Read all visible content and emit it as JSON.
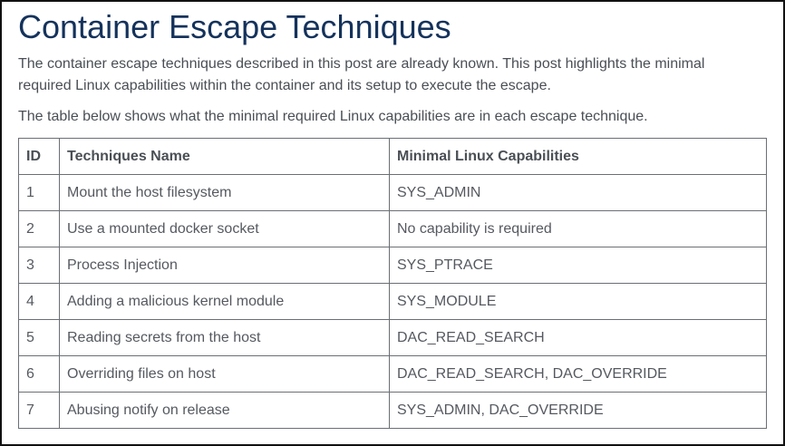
{
  "article": {
    "title": "Container Escape Techniques",
    "intro": "The container escape techniques described in this post are already known. This post highlights the minimal required Linux capabilities within the container and its setup to execute the escape.",
    "lead": "The table below shows what the minimal required Linux capabilities are in each escape technique."
  },
  "table": {
    "headers": {
      "id": "ID",
      "name": "Techniques Name",
      "caps": "Minimal Linux Capabilities"
    },
    "rows": [
      {
        "id": "1",
        "name": "Mount the host filesystem",
        "caps": "SYS_ADMIN"
      },
      {
        "id": "2",
        "name": "Use a mounted docker socket",
        "caps": "No capability is required"
      },
      {
        "id": "3",
        "name": "Process Injection",
        "caps": "SYS_PTRACE"
      },
      {
        "id": "4",
        "name": "Adding a malicious kernel module",
        "caps": "SYS_MODULE"
      },
      {
        "id": "5",
        "name": "Reading secrets from the host",
        "caps": "DAC_READ_SEARCH"
      },
      {
        "id": "6",
        "name": "Overriding files on host",
        "caps": "DAC_READ_SEARCH, DAC_OVERRIDE"
      },
      {
        "id": "7",
        "name": "Abusing notify on release",
        "caps": "SYS_ADMIN, DAC_OVERRIDE"
      }
    ]
  },
  "colors": {
    "title": "#14325c",
    "body_text": "#4a4f55",
    "table_border": "#6b6f73"
  }
}
